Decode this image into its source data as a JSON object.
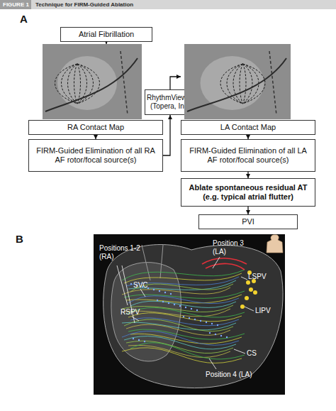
{
  "diagram": {
    "title": "Technique for FIRM-Guided Ablation",
    "nodes": [
      {
        "text": [
          "Atrial Fibrillation"
        ]
      },
      {
        "text": [
          "RA Contact Map"
        ]
      },
      {
        "text": [
          "FIRM-Guided Elimination of all RA AF rotor/focal source(s)"
        ]
      },
      {
        "text": [
          "RhythmView™ (Topera, Inc)"
        ]
      },
      {
        "text": [
          "LA Contact Map"
        ]
      },
      {
        "text": [
          "FIRM-Guided Elimination of all LA AF rotor/focal source(s)"
        ]
      },
      {
        "text": [
          "Ablate spontaneous residual AT (e.g. typical atrial flutter)"
        ]
      },
      {
        "text": [
          "PVI"
        ]
      }
    ],
    "edges": [
      {
        "from": 0,
        "to": 1,
        "arrow": "to"
      },
      {
        "from": 1,
        "to": 2,
        "arrow": "to"
      },
      {
        "from": 2,
        "to": 3,
        "arrow": "to"
      },
      {
        "from": 3,
        "to": 4,
        "arrow": "to"
      },
      {
        "from": 4,
        "to": 5,
        "arrow": "to"
      },
      {
        "from": 5,
        "to": 6,
        "arrow": "to"
      },
      {
        "from": 6,
        "to": 7,
        "arrow": "to"
      }
    ],
    "labels": [
      "FIGURE 1",
      "A",
      "B",
      "Positions 1-2 (RA)",
      "SVC",
      "RSPV",
      "Position 3 (LA)",
      "LSPV",
      "LIPV",
      "CS",
      "Position 4 (LA)"
    ]
  }
}
